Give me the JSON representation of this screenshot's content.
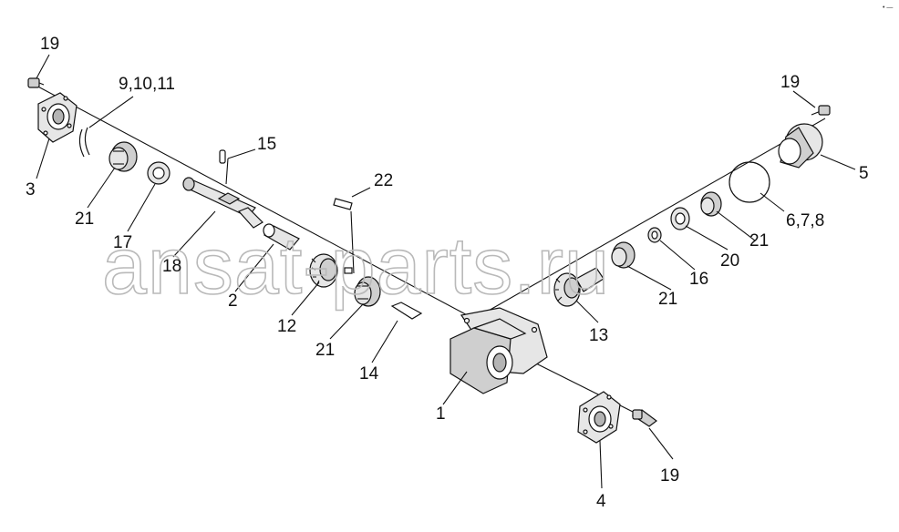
{
  "diagram": {
    "callouts": {
      "c19a": "19",
      "c91011": "9,10,11",
      "c3": "3",
      "c21a": "21",
      "c15": "15",
      "c17": "17",
      "c18": "18",
      "c22": "22",
      "c2": "2",
      "c12": "12",
      "c21b": "21",
      "c14": "14",
      "c1": "1",
      "c13": "13",
      "c21c": "21",
      "c16": "16",
      "c20": "20",
      "c21d": "21",
      "c678": "6,7,8",
      "c5": "5",
      "c19b": "19",
      "c4": "4",
      "c19c": "19"
    },
    "watermark": "ansat-parts.ru",
    "corner_mark": "• —"
  }
}
